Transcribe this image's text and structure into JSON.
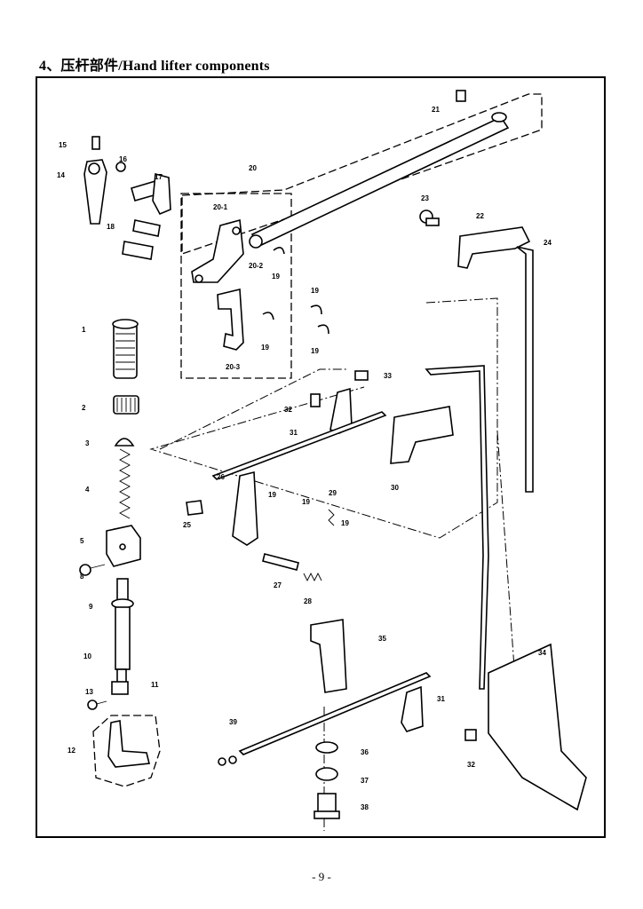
{
  "title": "4、压杆部件/Hand lifter components",
  "footer": "- 9 -",
  "labels": {
    "p1": "1",
    "p2": "2",
    "p3": "3",
    "p4": "4",
    "p5": "5",
    "p8": "8",
    "p9": "9",
    "p10": "10",
    "p11": "11",
    "p12": "12",
    "p13": "13",
    "p14": "14",
    "p15": "15",
    "p16": "16",
    "p17": "17",
    "p18": "18",
    "p19a": "19",
    "p19b": "19",
    "p19c": "19",
    "p19d": "19",
    "p19e": "19",
    "p19f": "19",
    "p19g": "19",
    "p20": "20",
    "p20_1": "20-1",
    "p20_2": "20-2",
    "p20_3": "20-3",
    "p21": "21",
    "p22": "22",
    "p23": "23",
    "p24": "24",
    "p25": "25",
    "p26": "26",
    "p27": "27",
    "p28": "28",
    "p29": "29",
    "p30": "30",
    "p31a": "31",
    "p31b": "31",
    "p32a": "32",
    "p32b": "32",
    "p33": "33",
    "p34": "34",
    "p35": "35",
    "p36": "36",
    "p37": "37",
    "p38": "38",
    "p39": "39"
  }
}
